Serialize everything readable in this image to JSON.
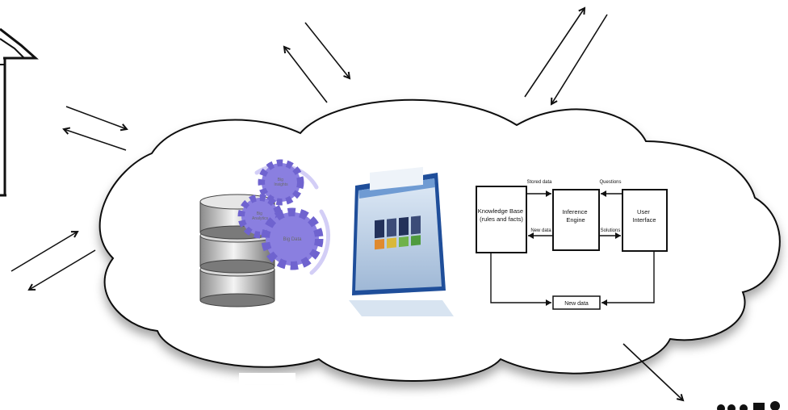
{
  "diagram": {
    "expert_system": {
      "knowledge_base_line1": "Knowledge Base",
      "knowledge_base_line2": "(rules and facts)",
      "inference_line1": "Inference",
      "inference_line2": "Engine",
      "ui_line1": "User",
      "ui_line2": "Interface",
      "stored_data": "Stored data",
      "new_data_side": "New data",
      "questions": "Questions",
      "solutions": "Solutions",
      "new_data_box": "New data"
    },
    "gears": {
      "gear_top_line1": "Big",
      "gear_top_line2": "Insights",
      "gear_mid_line1": "Big",
      "gear_mid_line2": "Analytics",
      "gear_big": "Big Data"
    },
    "colors": {
      "gear": "#8a7fe0",
      "gear_dark": "#6f63cf",
      "cylinder_light": "#f2f2f2",
      "cylinder_dark": "#7d7d7d",
      "outline": "#111111"
    }
  }
}
